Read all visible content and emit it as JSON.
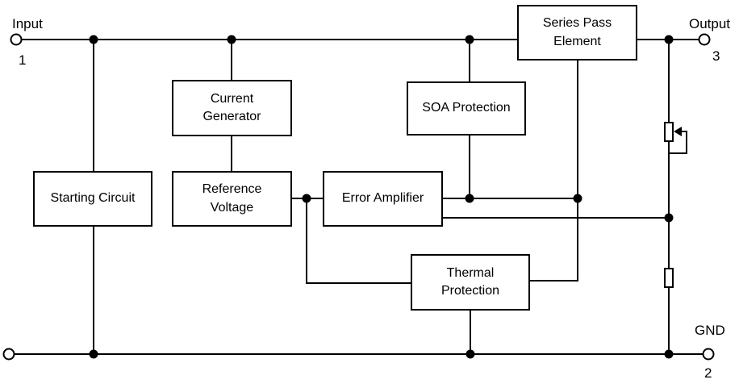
{
  "diagram": {
    "title": "voltage-regulator-block-diagram",
    "colors": {
      "line": "#000000",
      "background": "#ffffff",
      "block_fill": "#ffffff"
    },
    "terminals": {
      "input": {
        "label": "Input",
        "pin": "1"
      },
      "output": {
        "label": "Output",
        "pin": "3"
      },
      "gnd": {
        "label": "GND",
        "pin": "2"
      }
    },
    "blocks": [
      {
        "id": "series-pass-element",
        "label": "Series Pass\nElement"
      },
      {
        "id": "current-generator",
        "label": "Current\nGenerator"
      },
      {
        "id": "soa-protection",
        "label": "SOA Protection"
      },
      {
        "id": "starting-circuit",
        "label": "Starting Circuit"
      },
      {
        "id": "reference-voltage",
        "label": "Reference\nVoltage"
      },
      {
        "id": "error-amplifier",
        "label": "Error Amplifier"
      },
      {
        "id": "thermal-protection",
        "label": "Thermal\nProtection"
      }
    ]
  }
}
